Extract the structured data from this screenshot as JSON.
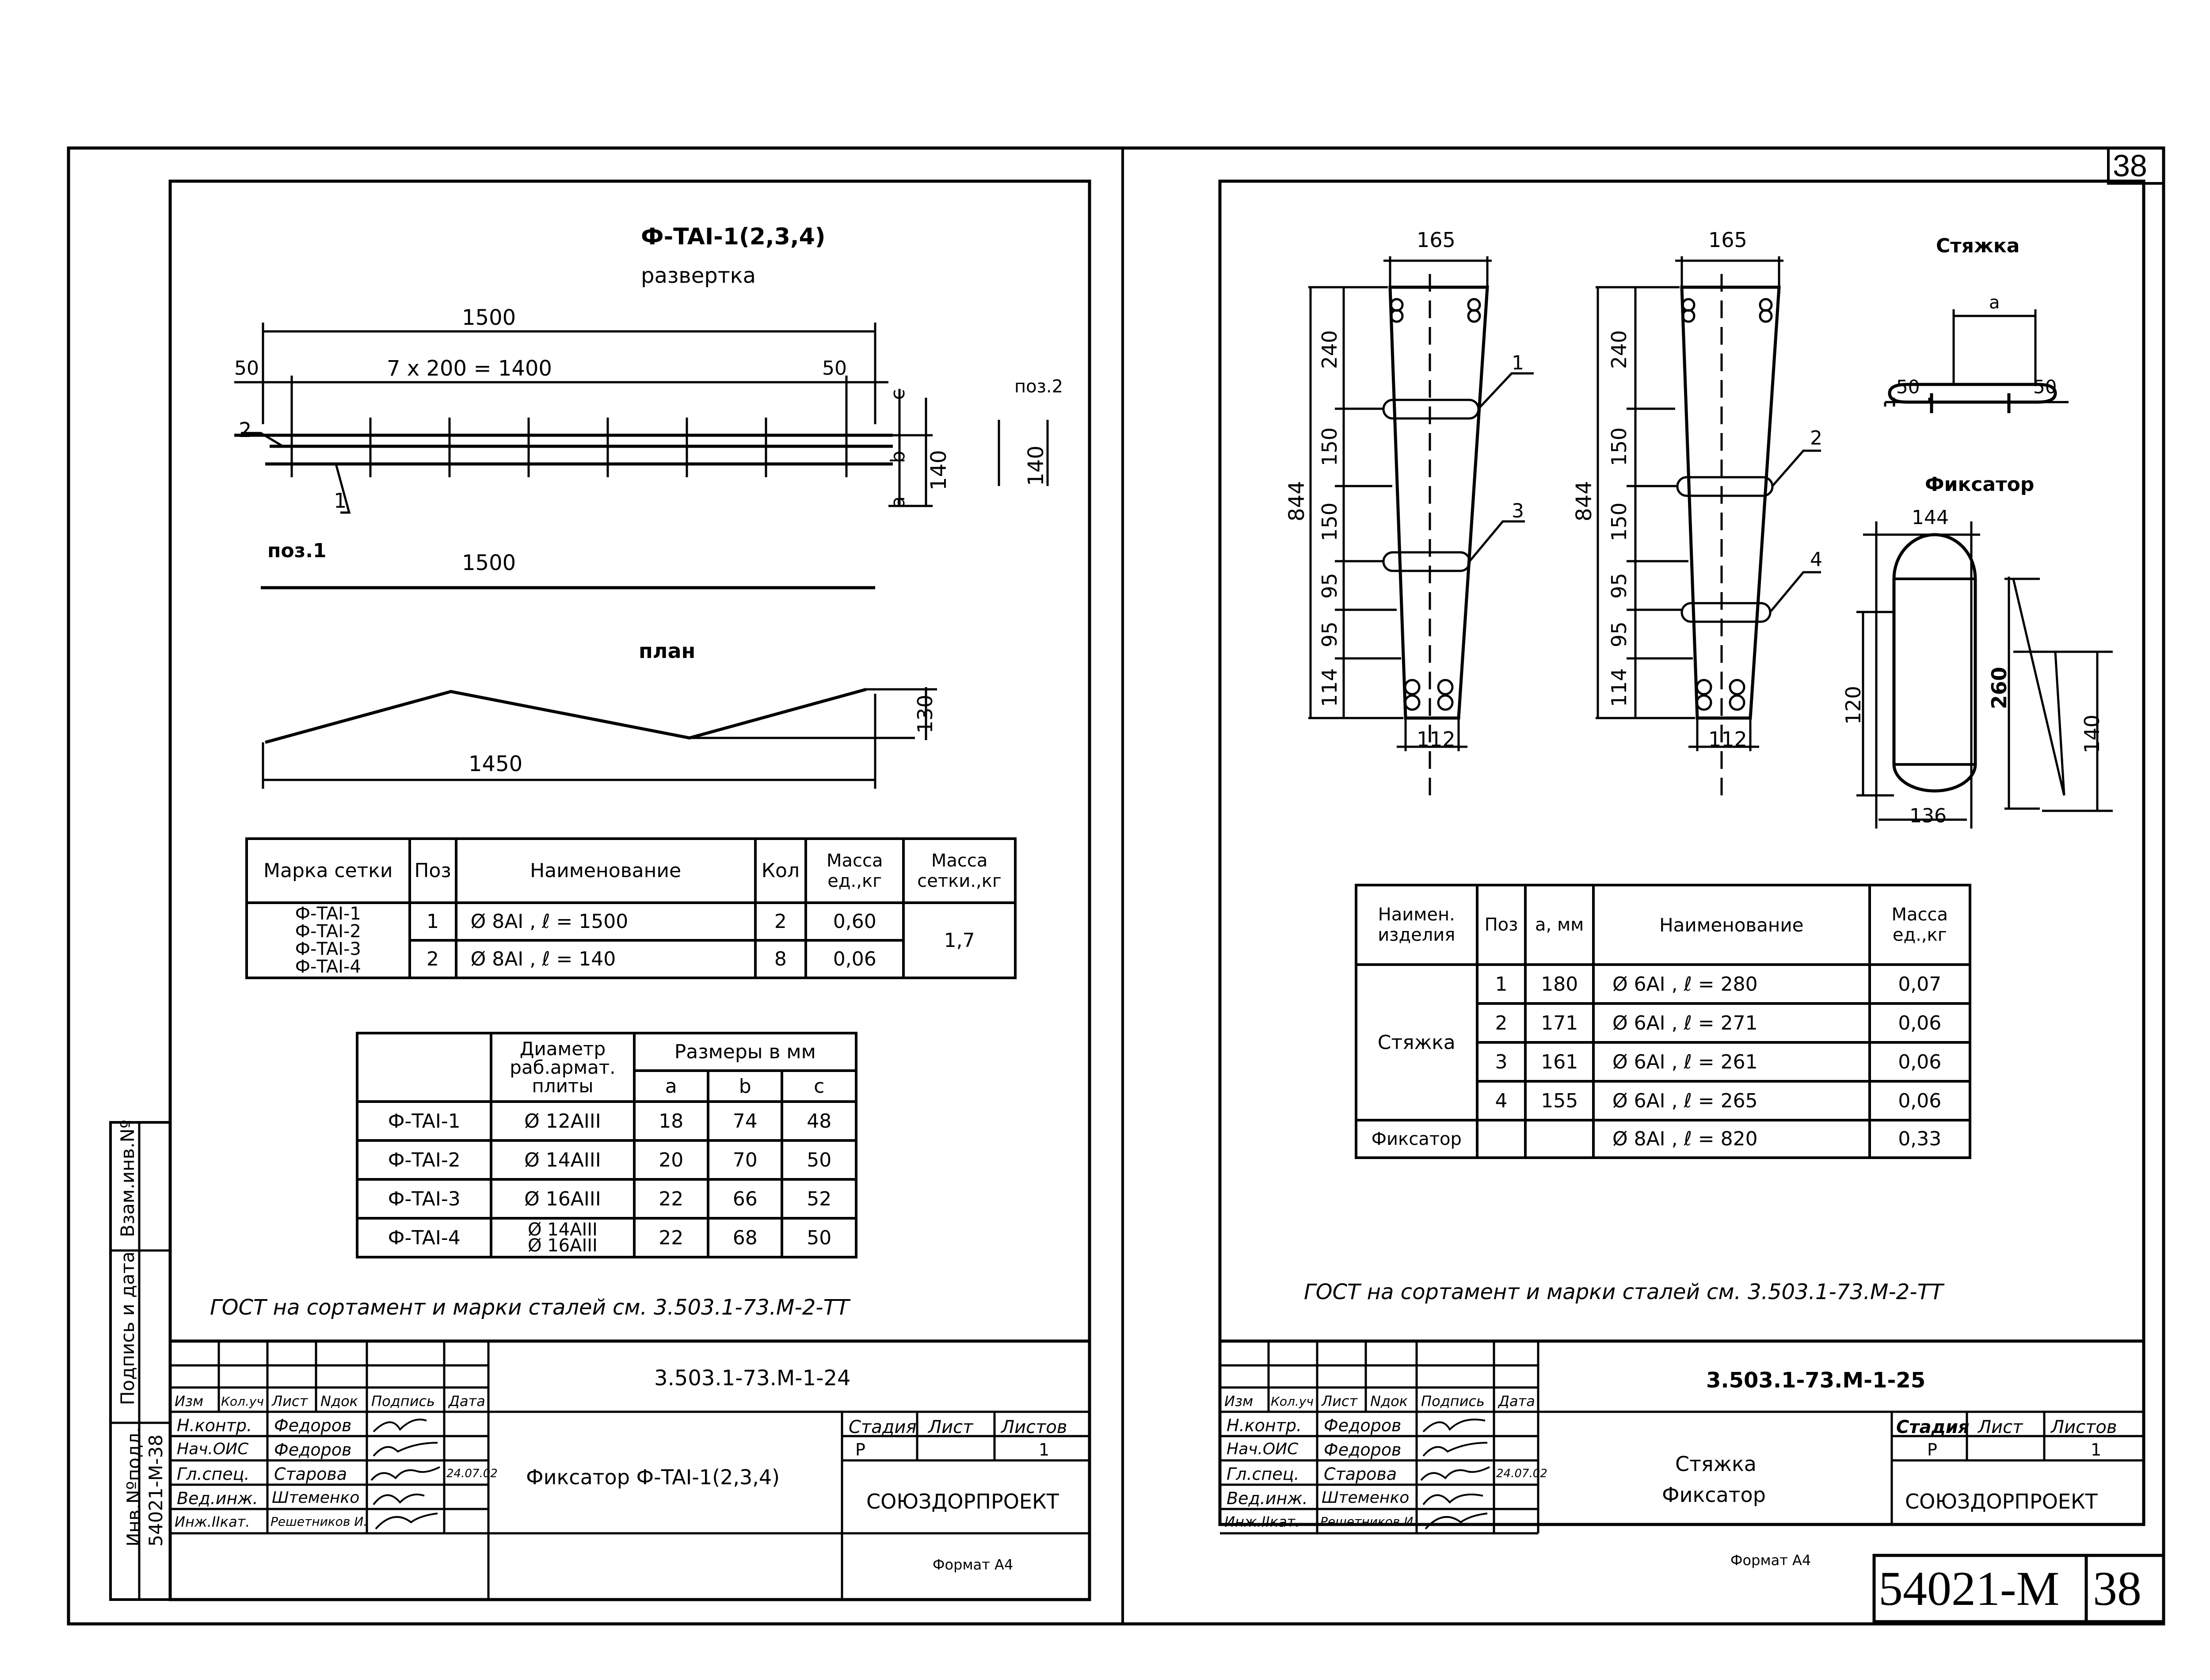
{
  "sheet": {
    "corner_number": "38",
    "stamp_code": "54021-М",
    "stamp_number": "38"
  },
  "left": {
    "title": "Ф-TAI-1(2,3,4)",
    "subtitle": "развертка",
    "dims": {
      "overall": "1500",
      "pitch": "7 x 200 = 1400",
      "end_left": "50",
      "end_right": "50",
      "height": "140",
      "c": "c",
      "b": "b",
      "a": "a",
      "pos2_dim": "140",
      "plan_width": "1450",
      "plan_height": "130"
    },
    "pos_labels": {
      "p1": "1",
      "p2": "2",
      "pos1": "поз.1",
      "pos2": "поз.2",
      "pos1_length": "1500"
    },
    "plan_title": "план",
    "table1": {
      "headers": [
        "Марка сетки",
        "Поз",
        "Наименование",
        "Кол",
        "Масса ед.,кг",
        "Масса сетки.,кг"
      ],
      "marks": [
        "Ф-TAI-1",
        "Ф-TAI-2",
        "Ф-TAI-3",
        "Ф-TAI-4"
      ],
      "rows": [
        {
          "pos": "1",
          "name": "Ø 8AI ,  ℓ  =  1500",
          "qty": "2",
          "mass": "0,60"
        },
        {
          "pos": "2",
          "name": "Ø 8AI ,  ℓ  =  140",
          "qty": "8",
          "mass": "0,06"
        }
      ],
      "total_mass": "1,7"
    },
    "table2": {
      "header_diam": "Диаметр раб.армат. плиты",
      "header_sizes": "Размеры в мм",
      "sub": [
        "a",
        "b",
        "c"
      ],
      "rows": [
        {
          "mark": "Ф-TAI-1",
          "diam": "Ø 12AIII",
          "a": "18",
          "b": "74",
          "c": "48"
        },
        {
          "mark": "Ф-TAI-2",
          "diam": "Ø 14AIII",
          "a": "20",
          "b": "70",
          "c": "50"
        },
        {
          "mark": "Ф-TAI-3",
          "diam": "Ø 16AIII",
          "a": "22",
          "b": "66",
          "c": "52"
        },
        {
          "mark": "Ф-TAI-4",
          "diam": "Ø 14AIII\nØ 16AIII",
          "a": "22",
          "b": "68",
          "c": "50"
        }
      ]
    },
    "gost_note": "ГОСТ на сортамент и марки сталей см. 3.503.1-73.М-2-ТТ",
    "titleblock": {
      "code": "3.503.1-73.М-1-24",
      "title": "Фиксатор Ф-TAI-1(2,3,4)",
      "org": "СОЮЗДОРПРОЕКТ",
      "stage_h": [
        "Стадия",
        "Лист",
        "Листов"
      ],
      "stage_v": [
        "Р",
        "",
        "1"
      ],
      "col_heads": [
        "Изм",
        "Кол.уч",
        "Лист",
        "Nдок",
        "Подпись",
        "Дата"
      ],
      "roles": [
        "Н.контр.",
        "Нач.ОИС",
        "Гл.спец.",
        "Вед.инж.",
        "Инж.IIкат."
      ],
      "names": [
        "Федоров",
        "Федоров",
        "Старова",
        "Штеменко",
        "Решетников И."
      ],
      "date": "24.07.02",
      "format": "Формат А4"
    },
    "side_strip": {
      "inv_podl": "Инв.Nºподл.",
      "sign_date": "Подпись и дата",
      "vzam": "Взам.инв.Nº",
      "inv_value": "54021-М-38"
    }
  },
  "right": {
    "dims_left_part": {
      "width_top": "165",
      "total": "844",
      "seg": [
        "240",
        "150",
        "150",
        "95",
        "95",
        "114"
      ],
      "bottom": "112"
    },
    "dims_right_part": {
      "width_top": "165",
      "total": "844",
      "seg": [
        "240",
        "150",
        "150",
        "95",
        "95",
        "114"
      ],
      "bottom": "112"
    },
    "callouts": [
      "1",
      "3",
      "2",
      "4"
    ],
    "stjazhka": {
      "title": "Стяжка",
      "a": "a",
      "l50": "50",
      "r50": "50"
    },
    "fiksator": {
      "title": "Фиксатор",
      "top": "144",
      "h120": "120",
      "h260": "260",
      "h140": "140",
      "bottom": "136"
    },
    "table": {
      "headers": [
        "Наимен. изделия",
        "Поз",
        "a, мм",
        "Наименование",
        "Масса ед.,кг"
      ],
      "group_label": "Стяжка",
      "rows": [
        {
          "pos": "1",
          "a": "180",
          "name": "Ø 6AI ,   ℓ  =  280",
          "mass": "0,07"
        },
        {
          "pos": "2",
          "a": "171",
          "name": "Ø 6AI ,   ℓ  =  271",
          "mass": "0,06"
        },
        {
          "pos": "3",
          "a": "161",
          "name": "Ø 6AI ,   ℓ  =  261",
          "mass": "0,06"
        },
        {
          "pos": "4",
          "a": "155",
          "name": "Ø 6AI ,   ℓ  =  265",
          "mass": "0,06"
        }
      ],
      "fix_row": {
        "label": "Фиксатор",
        "name": "Ø 8AI ,   ℓ  =   820",
        "mass": "0,33"
      }
    },
    "gost_note": "ГОСТ на сортамент и марки сталей см. 3.503.1-73.М-2-ТТ",
    "titleblock": {
      "code": "3.503.1-73.М-1-25",
      "title1": "Стяжка",
      "title2": "Фиксатор",
      "org": "СОЮЗДОРПРОЕКТ",
      "stage_h": [
        "Стадия",
        "Лист",
        "Листов"
      ],
      "stage_v": [
        "Р",
        "",
        "1"
      ],
      "col_heads": [
        "Изм",
        "Кол.уч",
        "Лист",
        "Nдок",
        "Подпись",
        "Дата"
      ],
      "roles": [
        "Н.контр.",
        "Нач.ОИС",
        "Гл.спец.",
        "Вед.инж.",
        "Инж.IIкат."
      ],
      "names": [
        "Федоров",
        "Федоров",
        "Старова",
        "Штеменко",
        "Решетников И."
      ],
      "date": "24.07.02",
      "format": "Формат А4"
    }
  }
}
